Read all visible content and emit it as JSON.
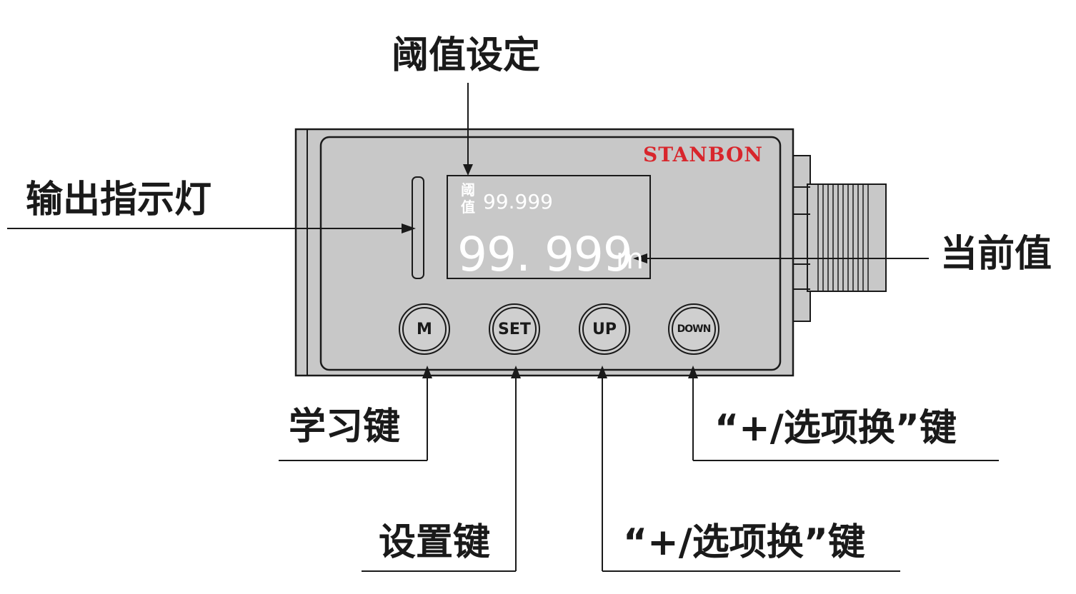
{
  "brand": {
    "name": "STANBON",
    "color": "#d8262c"
  },
  "display": {
    "threshold_char_1": "阈",
    "threshold_char_2": "值",
    "threshold_value": "99.999",
    "current_value": "99. 999",
    "unit": "m"
  },
  "buttons": {
    "m": "M",
    "set": "SET",
    "up": "UP",
    "down": "DOWN"
  },
  "callouts": {
    "threshold_setting": "阈值设定",
    "output_indicator": "输出指示灯",
    "current_value": "当前值",
    "learn_key": "学习键",
    "set_key": "设置键",
    "up_key": "“+/选项换”键",
    "down_key": "“+/选项换”键"
  },
  "colors": {
    "body": "#c8c8c8",
    "screen": "#c8c8c8",
    "line": "#1a1a1a"
  }
}
